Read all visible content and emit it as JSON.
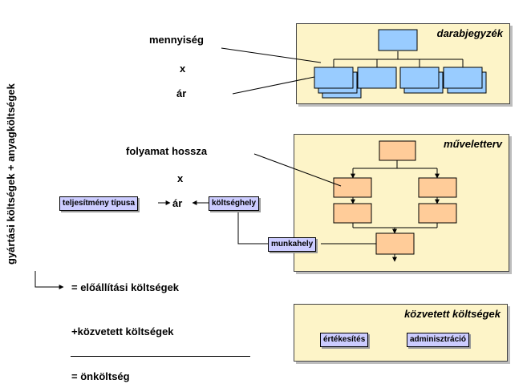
{
  "side_label": "gyártási költségek  +  anyagköltségek",
  "formula": {
    "mennyiseg": "mennyiség",
    "x1": "x",
    "ar1": "ár",
    "folyamat_hossza": "folyamat hossza",
    "x2": "x",
    "ar2": "ár",
    "eloallitasi": "= előállítási költségek",
    "kozvetett": "+közvetett költségek",
    "onkoltseg": "= önköltség"
  },
  "tags": {
    "teljesitmeny": "teljesítmény típusa",
    "koltseghely": "költséghely",
    "munkahely": "munkahely",
    "ertekesites": "értékesítés",
    "adminisztracio": "adminisztráció"
  },
  "panels": {
    "darabjegyzek": "darabjegyzék",
    "muveletterv": "műveletterv",
    "kozvetett_koltsegek": "közvetett költségek"
  },
  "colors": {
    "panel_bg": "#fdf4c8",
    "bom_box": "#99ccff",
    "op_box": "#ffcc99",
    "tag_bg": "#ccccff"
  }
}
